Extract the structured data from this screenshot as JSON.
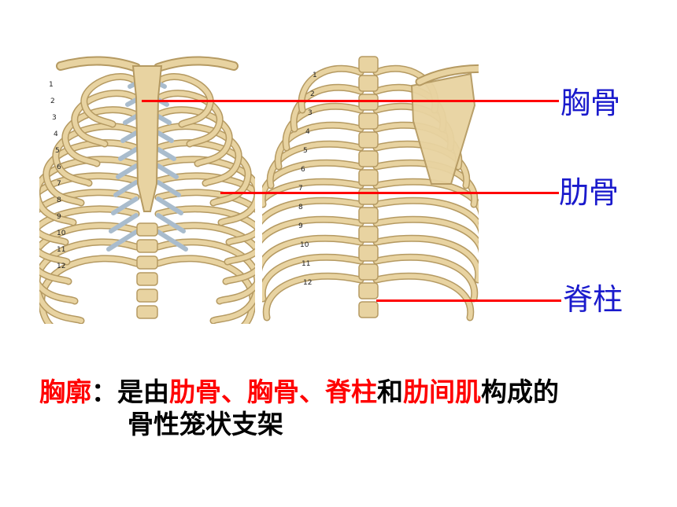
{
  "colors": {
    "bone": "#e8d3a1",
    "bone_dark": "#b59a62",
    "cartilage": "#a9bccd",
    "leader": "#ff0000",
    "label": "#1a1acc",
    "highlight": "#ff0000",
    "text": "#000000"
  },
  "labels": {
    "sternum": "胸骨",
    "rib": "肋骨",
    "spine": "脊柱"
  },
  "figure_front": {
    "rib_numbers": [
      "1",
      "2",
      "3",
      "4",
      "5",
      "6",
      "7",
      "8",
      "9",
      "10",
      "11",
      "12"
    ]
  },
  "figure_back": {
    "rib_numbers": [
      "1",
      "2",
      "3",
      "4",
      "5",
      "6",
      "7",
      "8",
      "9",
      "10",
      "11",
      "12"
    ]
  },
  "caption": {
    "term": "胸廓",
    "colon": "：",
    "is_made_of": "是由",
    "part1": "肋骨",
    "sep1": "、",
    "part2": "胸骨",
    "sep2": "、",
    "part3": "脊柱",
    "and": "和",
    "part4": "肋间肌",
    "tail": "构成的",
    "line2": "骨性笼状支架"
  }
}
